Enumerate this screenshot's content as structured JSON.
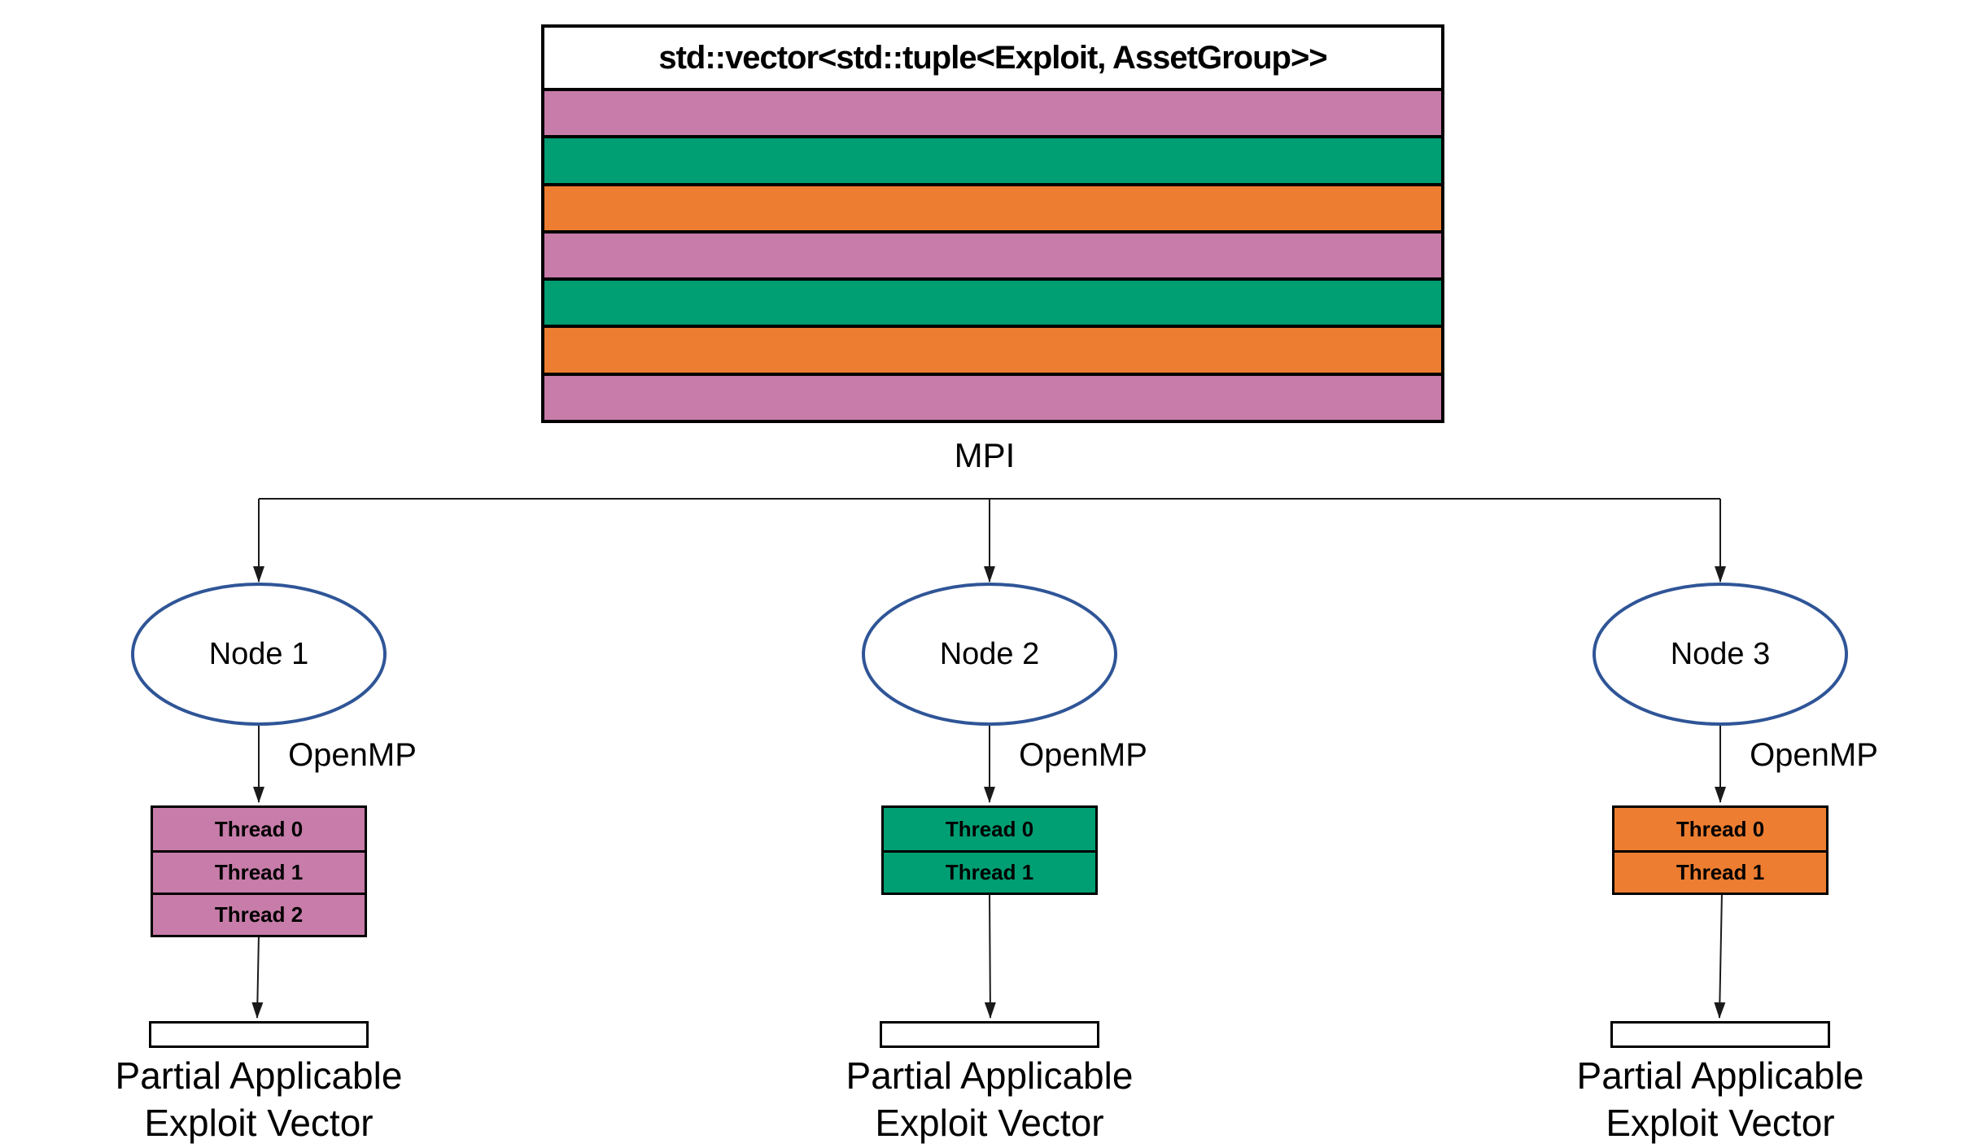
{
  "vector_box": {
    "title": "std::vector<std::tuple<Exploit, AssetGroup>>",
    "rows": [
      "pink",
      "green",
      "orange",
      "pink",
      "green",
      "orange",
      "pink"
    ]
  },
  "mpi_label": "MPI",
  "nodes": [
    {
      "label": "Node 1",
      "openmp_label": "OpenMP",
      "color": "pink",
      "threads": [
        "Thread 0",
        "Thread 1",
        "Thread 2"
      ],
      "output_label": [
        "Partial Applicable",
        "Exploit Vector"
      ]
    },
    {
      "label": "Node 2",
      "openmp_label": "OpenMP",
      "color": "green",
      "threads": [
        "Thread 0",
        "Thread 1"
      ],
      "output_label": [
        "Partial Applicable",
        "Exploit Vector"
      ]
    },
    {
      "label": "Node 3",
      "openmp_label": "OpenMP",
      "color": "orange",
      "threads": [
        "Thread 0",
        "Thread 1"
      ],
      "output_label": [
        "Partial Applicable",
        "Exploit Vector"
      ]
    }
  ],
  "colors": {
    "pink": "#C77CA9",
    "green": "#009E73",
    "orange": "#ED7D31",
    "node_outline": "#2F5597",
    "connector": "#1A1A1A"
  }
}
